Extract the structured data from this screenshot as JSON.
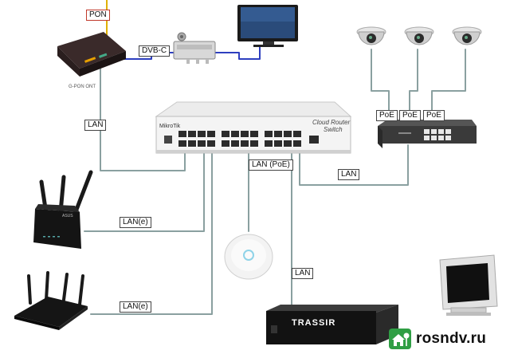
{
  "labels": {
    "pon": "PON",
    "dvbc": "DVB-C",
    "lan_modem": "LAN",
    "poe1": "PoE",
    "poe2": "PoE",
    "poe3": "PoE",
    "lan_ap": "LAN (PoE)",
    "lan_poe_switch": "LAN",
    "lan_router1": "LAN(e)",
    "lan_router2": "LAN(e)",
    "lan_nvr": "LAN"
  },
  "devices": {
    "crs_brand": "MikroTik",
    "crs_title_line1": "Cloud Router",
    "crs_title_line2": "Switch",
    "nvr_brand": "TRASSIR",
    "router_brand": "ASUS"
  },
  "watermark": {
    "text": "rosndv.ru",
    "icon": "house-tree-icon"
  },
  "colors": {
    "lan_cable": "#8aa0a0",
    "coax_cable": "#2e3fbf",
    "fiber_cable": "#e0b000",
    "label_border": "#444444",
    "pon_border": "#c0392b"
  }
}
